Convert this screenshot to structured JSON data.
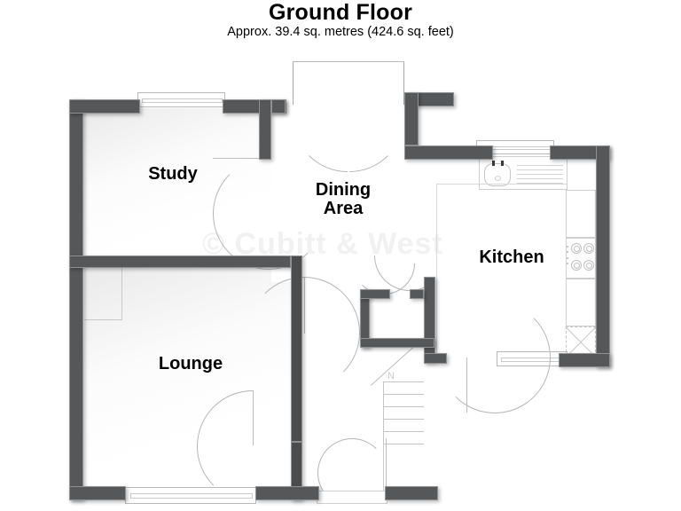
{
  "header": {
    "title": "Ground Floor",
    "subtitle": "Approx. 39.4 sq. metres (424.6 sq. feet)"
  },
  "watermark": {
    "text": "© Cubitt & West"
  },
  "rooms": [
    {
      "name": "study",
      "label": "Study"
    },
    {
      "name": "dining",
      "label": "Dining\nArea"
    },
    {
      "name": "kitchen",
      "label": "Kitchen"
    },
    {
      "name": "lounge",
      "label": "Lounge"
    }
  ],
  "area": {
    "metric": "39.4 sq. metres",
    "imperial": "424.6 sq. feet"
  },
  "fixtures": [
    {
      "name": "kitchen-sink",
      "type": "sink"
    },
    {
      "name": "draining-board",
      "type": "drainer"
    },
    {
      "name": "kitchen-hob",
      "type": "hob",
      "burners": 4
    },
    {
      "name": "kitchen-appliance",
      "type": "appliance"
    },
    {
      "name": "staircase",
      "type": "stairs",
      "treads": 6
    },
    {
      "name": "chimney-alcove",
      "type": "alcove"
    }
  ],
  "openings": [
    {
      "name": "study-window",
      "type": "window"
    },
    {
      "name": "lounge-window",
      "type": "window"
    },
    {
      "name": "kitchen-window-top",
      "type": "window"
    },
    {
      "name": "kitchen-window-bottom",
      "type": "window"
    },
    {
      "name": "french-doors",
      "type": "double-door"
    },
    {
      "name": "study-door",
      "type": "door"
    },
    {
      "name": "lounge-door-upper",
      "type": "door"
    },
    {
      "name": "lounge-door-lower",
      "type": "door"
    },
    {
      "name": "front-door",
      "type": "door"
    },
    {
      "name": "kitchen-door",
      "type": "door"
    }
  ],
  "colors": {
    "wall": "#555759",
    "wall_edge": "#8f9193",
    "watermark": "#f1f1f1",
    "fixture_line": "#c6c6c6",
    "background": "#ffffff"
  }
}
